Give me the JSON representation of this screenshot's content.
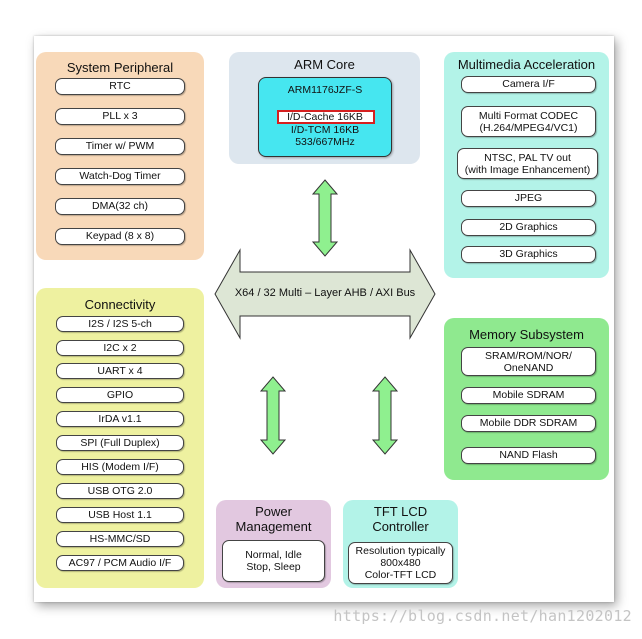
{
  "system_peripheral": {
    "title": "System Peripheral",
    "items": [
      "RTC",
      "PLL x 3",
      "Timer w/ PWM",
      "Watch-Dog Timer",
      "DMA(32 ch)",
      "Keypad (8 x 8)"
    ]
  },
  "arm_core": {
    "title": "ARM Core",
    "lines": [
      "ARM1176JZF-S",
      "I/D-Cache 16KB",
      "I/D-TCM 16KB",
      "533/667MHz"
    ]
  },
  "multimedia": {
    "title": "Multimedia Acceleration",
    "items": [
      "Camera I/F",
      "Multi Format CODEC\n(H.264/MPEG4/VC1)",
      "NTSC, PAL TV out\n(with Image Enhancement)",
      "JPEG",
      "2D Graphics",
      "3D Graphics"
    ]
  },
  "bus": {
    "label": "X64 / 32 Multi – Layer AHB / AXI Bus"
  },
  "connectivity": {
    "title": "Connectivity",
    "items": [
      "I2S / I2S 5-ch",
      "I2C x 2",
      "UART x 4",
      "GPIO",
      "IrDA v1.1",
      "SPI (Full Duplex)",
      "HIS (Modem I/F)",
      "USB OTG 2.0",
      "USB Host 1.1",
      "HS-MMC/SD",
      "AC97 / PCM Audio I/F"
    ]
  },
  "memory": {
    "title": "Memory Subsystem",
    "items": [
      "SRAM/ROM/NOR/\nOneNAND",
      "Mobile SDRAM",
      "Mobile DDR SDRAM",
      "NAND Flash"
    ]
  },
  "power": {
    "title": "Power\nManagement",
    "item": "Normal, Idle\nStop, Sleep"
  },
  "tft": {
    "title": "TFT LCD\nController",
    "item": "Resolution typically\n800x480\nColor-TFT LCD"
  },
  "watermark": "https://blog.csdn.net/han1202012",
  "colors": {
    "system_peripheral": "#f8d9b9",
    "arm_core": "#dde6ee",
    "multimedia": "#b3f3e8",
    "connectivity": "#eef1a0",
    "memory": "#8fe98f",
    "power": "#e2c8e0",
    "tft": "#b3f3e8",
    "arrow_fill": "#8ff08f",
    "bus_fill": "#dde6d5",
    "highlight": "#d62020"
  }
}
